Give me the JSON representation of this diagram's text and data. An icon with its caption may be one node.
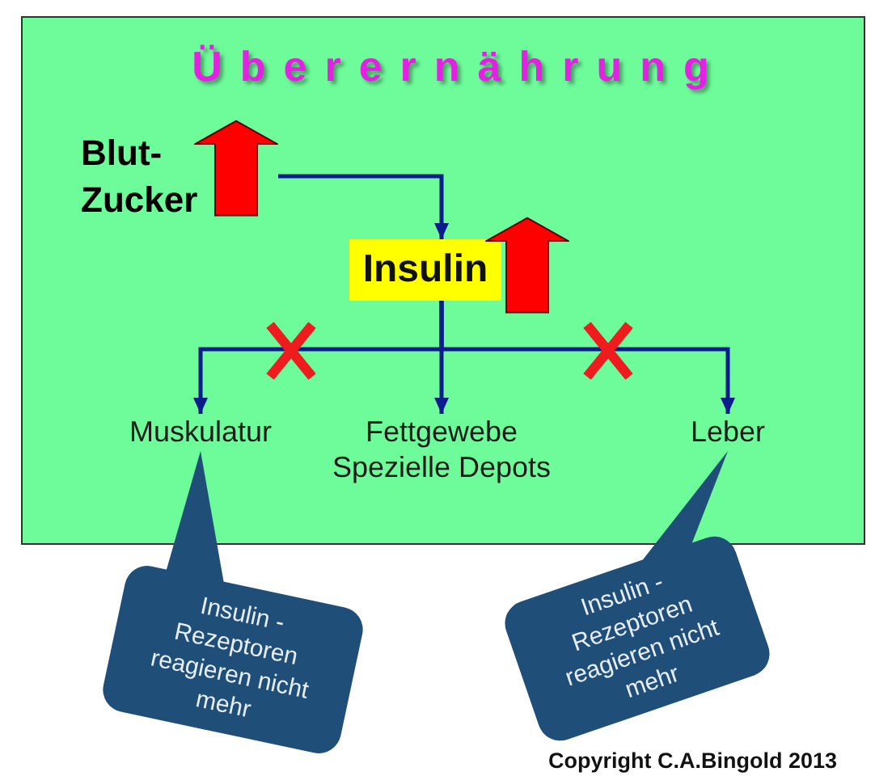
{
  "diagram": {
    "nodes": [
      {
        "text": [
          "Überernährung"
        ]
      },
      {
        "text": [
          "Blut- Zucker"
        ],
        "in": 0
      },
      {
        "text": [
          "Insulin"
        ],
        "in": 0
      },
      {
        "text": [
          "Muskulatur"
        ],
        "in": 0
      },
      {
        "text": [
          "Fettgewebe Spezielle Depots"
        ],
        "in": 0
      },
      {
        "text": [
          "Leber"
        ],
        "in": 0
      },
      {
        "text": [
          "Insulin - Rezeptoren reagieren nicht mehr"
        ]
      },
      {
        "text": [
          "Insulin - Rezeptoren reagieren nicht mehr"
        ]
      }
    ],
    "edges": [
      {
        "from": 1,
        "to": 2,
        "arrow": "to"
      },
      {
        "from": 2,
        "to": 3,
        "arrow": "to"
      },
      {
        "from": 2,
        "to": 4,
        "arrow": "to"
      },
      {
        "from": 2,
        "to": 5,
        "arrow": "to"
      },
      {
        "from": 6,
        "to": 3,
        "arrow": "none",
        "color": "#1f4e79"
      },
      {
        "from": 7,
        "to": 5,
        "arrow": "none",
        "color": "#1f4e79"
      }
    ],
    "labels": [
      "Copyright C.A.Bingold 2013"
    ]
  }
}
